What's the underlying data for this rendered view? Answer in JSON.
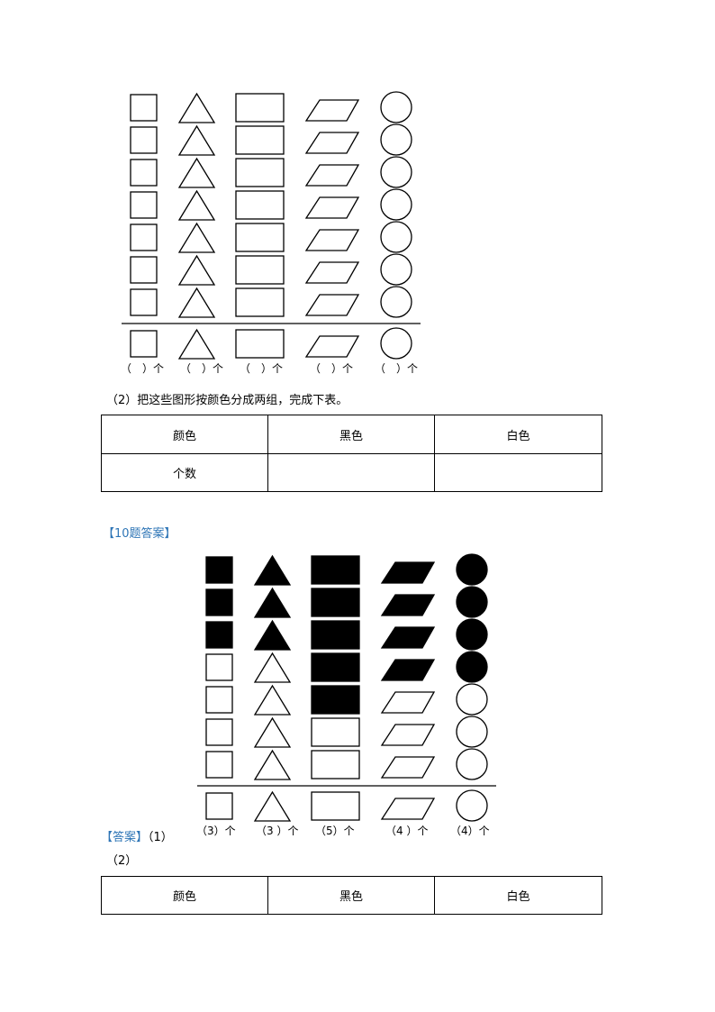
{
  "question_figure": {
    "columns": [
      {
        "shape": "square",
        "label": "（　）个"
      },
      {
        "shape": "triangle",
        "label": "（　）个"
      },
      {
        "shape": "rectangle",
        "label": "（　）个"
      },
      {
        "shape": "parallelogram",
        "label": "（　）个"
      },
      {
        "shape": "circle",
        "label": "（　）个"
      }
    ],
    "rows": 7,
    "all_shapes_fill": "white"
  },
  "part2_instruction": "（2）把这些图形按颜色分成两组，完成下表。",
  "question_table": {
    "header": [
      "颜色",
      "黑色",
      "白色"
    ],
    "rows": [
      [
        "个数",
        "",
        ""
      ]
    ]
  },
  "answer_heading": "【10题答案】",
  "answer_figure": {
    "columns": [
      {
        "shape": "square",
        "black_count": 3,
        "label": "（3）个"
      },
      {
        "shape": "triangle",
        "black_count": 3,
        "label": "（3 ）个"
      },
      {
        "shape": "rectangle",
        "black_count": 5,
        "label": "（5）个"
      },
      {
        "shape": "parallelogram",
        "black_count": 4,
        "label": "（4 ）个"
      },
      {
        "shape": "circle",
        "black_count": 4,
        "label": "（4）个"
      }
    ],
    "rows": 7
  },
  "answer_label": "【答案】",
  "answer_part1": "（1）",
  "answer_part2": "（2）",
  "answer_table": {
    "header": [
      "颜色",
      "黑色",
      "白色"
    ]
  },
  "colors": {
    "accent_blue": "#2e75b6",
    "ink": "#000000"
  }
}
